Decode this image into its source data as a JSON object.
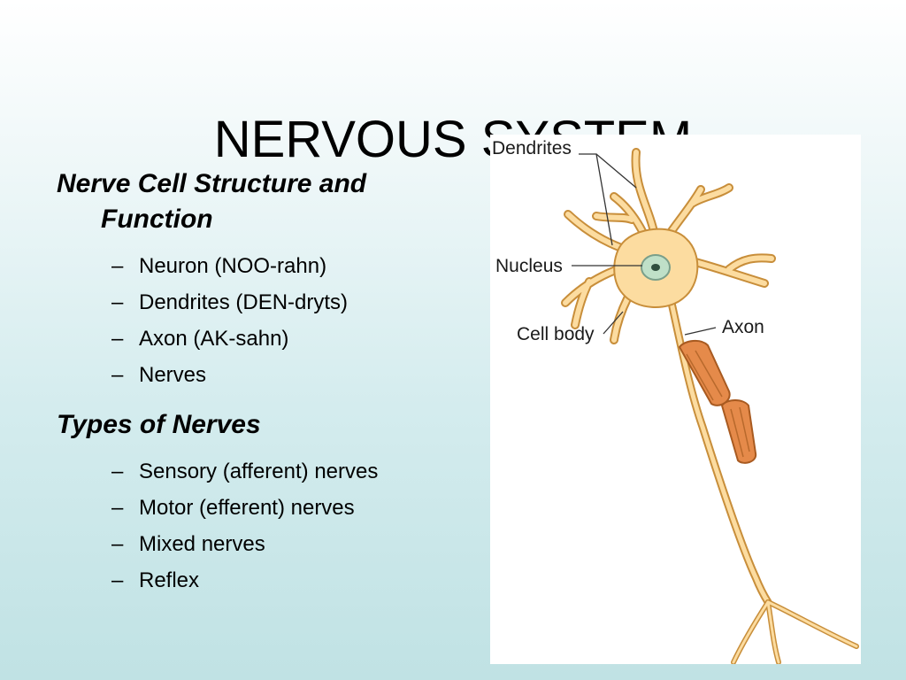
{
  "title": "NERVOUS SYSTEM",
  "sections": [
    {
      "heading": "Nerve Cell Structure and Function",
      "items": [
        "Neuron (NOO-rahn)",
        "Dendrites (DEN-dryts)",
        "Axon (AK-sahn)",
        "Nerves"
      ]
    },
    {
      "heading": "Types of Nerves",
      "items": [
        "Sensory (afferent) nerves",
        "Motor (efferent) nerves",
        "Mixed nerves",
        "Reflex"
      ]
    }
  ],
  "figure": {
    "labels": {
      "dendrites": "Dendrites",
      "nucleus": "Nucleus",
      "cell_body": "Cell body",
      "axon": "Axon"
    }
  },
  "colors": {
    "cell_fill": "#fcdca0",
    "cell_stroke": "#c88e3a",
    "myelin_fill": "#e58a4a",
    "nucleus_fill": "#bfe0c8"
  }
}
